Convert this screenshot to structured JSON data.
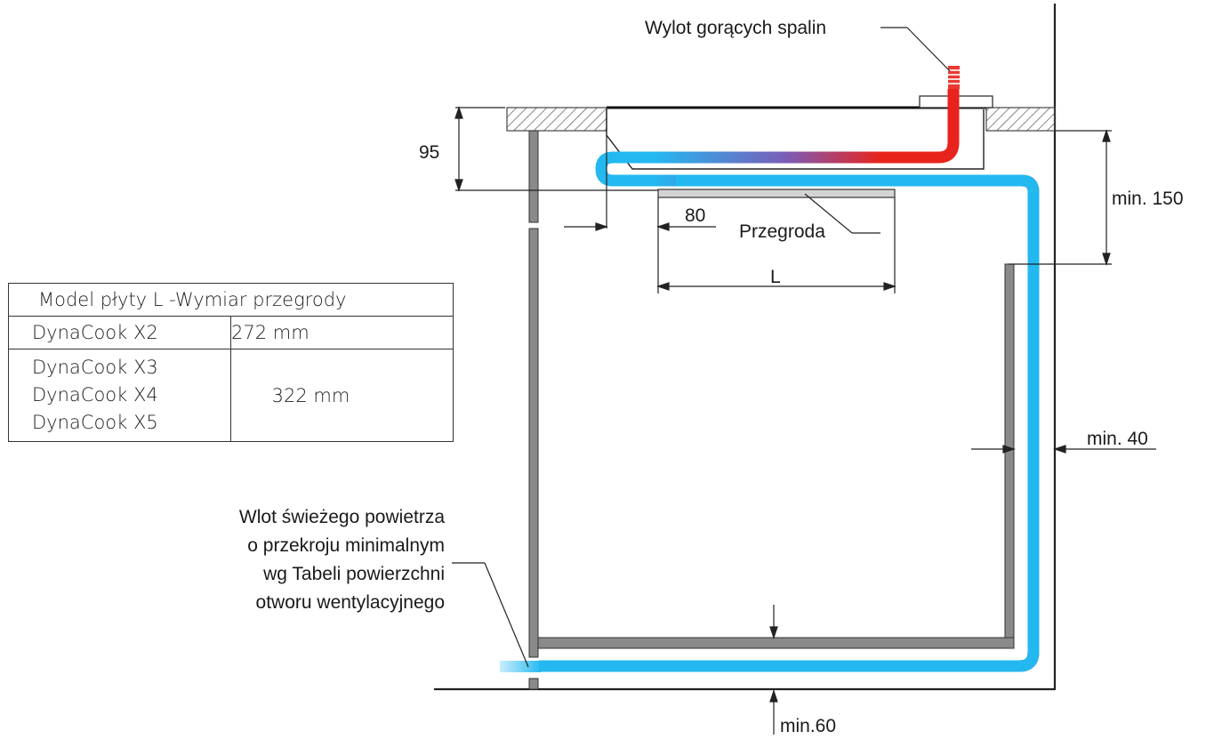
{
  "labels": {
    "exhaust_outlet": "Wylot gorących spalin",
    "dim_95": "95",
    "dim_80": "80",
    "partition": "Przegroda",
    "dim_L": "L",
    "dim_min150": "min. 150",
    "dim_min40": "min. 40",
    "dim_min60": "min.60",
    "air_inlet": [
      "Wlot świeżego powietrza",
      "o przekroju minimalnym",
      "wg Tabeli powierzchni",
      "otworu wentylacyjnego"
    ]
  },
  "table": {
    "header": "Model płyty  L -Wymiar przegrody",
    "row1": {
      "model": "DynaCook X2",
      "value": "272 mm"
    },
    "row2": {
      "models": [
        "DynaCook X3",
        "DynaCook X4",
        "DynaCook X5"
      ],
      "value": "322 mm"
    }
  },
  "colors": {
    "fresh_air": "#23b8f0",
    "hot_exhaust": "#e8231c",
    "panel": "#8a8a8a",
    "hatch": "#555555"
  }
}
